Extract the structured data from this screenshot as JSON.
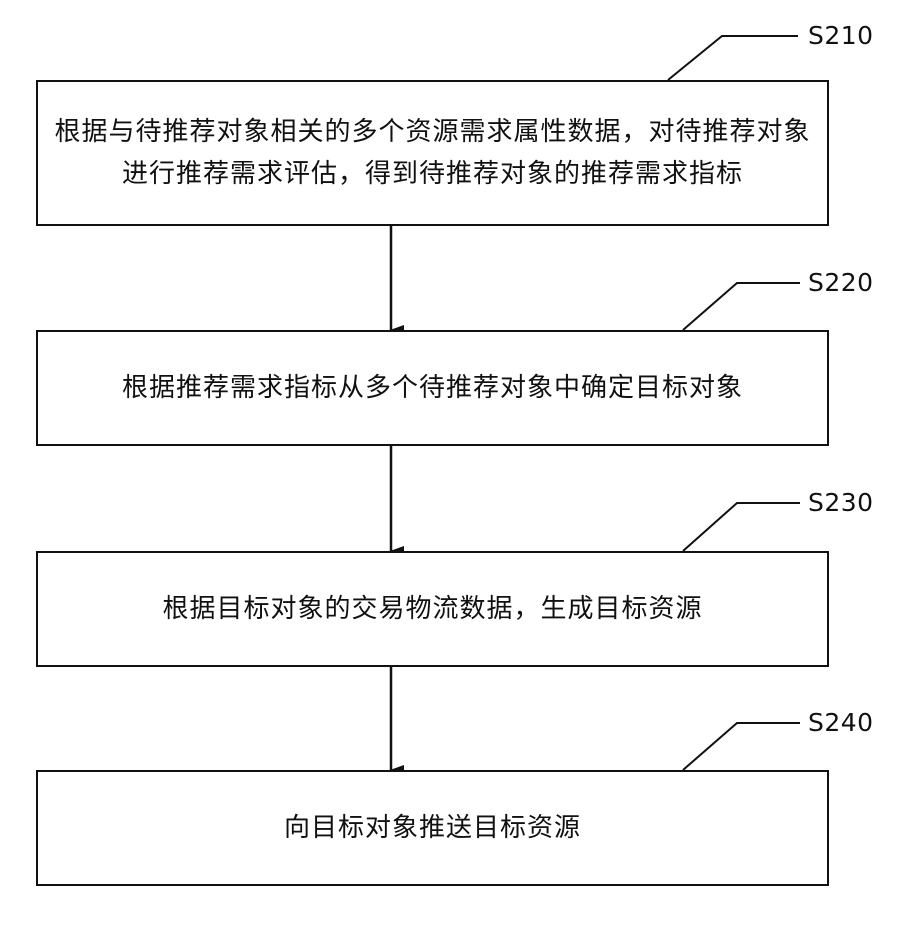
{
  "steps": [
    {
      "id": "S210",
      "text": "根据与待推荐对象相关的多个资源需求属性数据，对待推荐对象进行推荐需求评估，得到待推荐对象的推荐需求指标"
    },
    {
      "id": "S220",
      "text": "根据推荐需求指标从多个待推荐对象中确定目标对象"
    },
    {
      "id": "S230",
      "text": "根据目标对象的交易物流数据，生成目标资源"
    },
    {
      "id": "S240",
      "text": "向目标对象推送目标资源"
    }
  ]
}
